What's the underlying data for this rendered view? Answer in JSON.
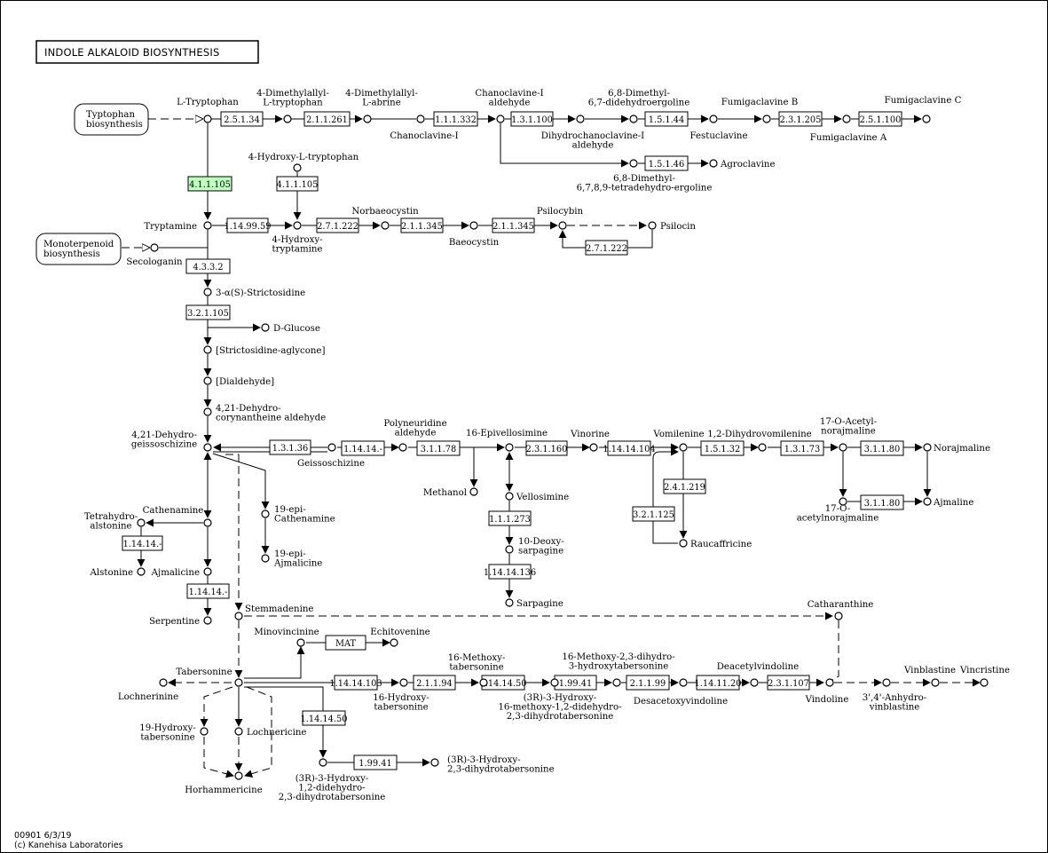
{
  "title": "INDOLE ALKALOID BIOSYNTHESIS",
  "footer": {
    "line1": "00901 6/3/19",
    "line2": "(c) Kanehisa Laboratories"
  },
  "maps": [
    {
      "id": "map_trp",
      "lines": [
        "Typtophan",
        "biosynthesis"
      ]
    },
    {
      "id": "map_mono",
      "lines": [
        "Monoterpenoid",
        "biosynthesis"
      ]
    }
  ],
  "enzymes": [
    {
      "id": "e1",
      "label": "2.5.1.34"
    },
    {
      "id": "e2",
      "label": "2.1.1.261"
    },
    {
      "id": "e3",
      "label": "1.1.1.332"
    },
    {
      "id": "e4",
      "label": "1.3.1.100"
    },
    {
      "id": "e5",
      "label": "1.5.1.44"
    },
    {
      "id": "e6",
      "label": "2.3.1.205"
    },
    {
      "id": "e7",
      "label": "2.5.1.100"
    },
    {
      "id": "e8",
      "label": "1.5.1.46"
    },
    {
      "id": "e9",
      "label": "4.1.1.105",
      "highlight": true
    },
    {
      "id": "e10",
      "label": "4.1.1.105"
    },
    {
      "id": "e11",
      "label": "1.14.99.59"
    },
    {
      "id": "e12",
      "label": "2.7.1.222"
    },
    {
      "id": "e13",
      "label": "2.1.1.345"
    },
    {
      "id": "e14",
      "label": "2.1.1.345"
    },
    {
      "id": "e15",
      "label": "2.7.1.222"
    },
    {
      "id": "e16",
      "label": "4.3.3.2"
    },
    {
      "id": "e17",
      "label": "3.2.1.105"
    },
    {
      "id": "e18",
      "label": "1.3.1.36"
    },
    {
      "id": "e19",
      "label": "1.14.14.-"
    },
    {
      "id": "e20",
      "label": "3.1.1.78"
    },
    {
      "id": "e21",
      "label": "2.3.1.160"
    },
    {
      "id": "e22",
      "label": "1.14.14.104"
    },
    {
      "id": "e23",
      "label": "1.5.1.32"
    },
    {
      "id": "e24",
      "label": "1.3.1.73"
    },
    {
      "id": "e25",
      "label": "3.1.1.80"
    },
    {
      "id": "e26",
      "label": "3.1.1.80"
    },
    {
      "id": "e27",
      "label": "2.4.1.219"
    },
    {
      "id": "e28",
      "label": "3.2.1.125"
    },
    {
      "id": "e29",
      "label": "1.1.1.273"
    },
    {
      "id": "e30",
      "label": "1.14.14.136"
    },
    {
      "id": "e31",
      "label": "1.14.14.-"
    },
    {
      "id": "e32",
      "label": "1.14.14.-"
    },
    {
      "id": "e33",
      "label": "MAT"
    },
    {
      "id": "e34",
      "label": "1.14.14.103"
    },
    {
      "id": "e35",
      "label": "2.1.1.94"
    },
    {
      "id": "e36",
      "label": "1.14.14.50"
    },
    {
      "id": "e37",
      "label": "1.99.41"
    },
    {
      "id": "e38",
      "label": "2.1.1.99"
    },
    {
      "id": "e39",
      "label": "1.14.11.20"
    },
    {
      "id": "e40",
      "label": "2.3.1.107"
    },
    {
      "id": "e41",
      "label": "1.14.14.50"
    },
    {
      "id": "e42",
      "label": "1.99.41"
    }
  ],
  "compounds": [
    {
      "id": "c_ltrp",
      "lines": [
        "L-Tryptophan"
      ]
    },
    {
      "id": "c_dmat",
      "lines": [
        "4-Dimethylallyl-",
        "L-tryptophan"
      ]
    },
    {
      "id": "c_dmaa",
      "lines": [
        "4-Dimethylallyl-",
        "L-abrine"
      ]
    },
    {
      "id": "c_chan1",
      "lines": [
        "Chanoclavine-I"
      ]
    },
    {
      "id": "c_chan1ald",
      "lines": [
        "Chanoclavine-I",
        "aldehyde"
      ]
    },
    {
      "id": "c_dhchan",
      "lines": [
        "Dihydrochanoclavine-I",
        "aldehyde"
      ]
    },
    {
      "id": "c_dddeo",
      "lines": [
        "6,8-Dimethyl-",
        "6,7-didehydroergoline"
      ]
    },
    {
      "id": "c_festu",
      "lines": [
        "Festuclavine"
      ]
    },
    {
      "id": "c_fumB",
      "lines": [
        "Fumigaclavine B"
      ]
    },
    {
      "id": "c_fumA",
      "lines": [
        "Fumigaclavine A"
      ]
    },
    {
      "id": "c_fumC",
      "lines": [
        "Fumigaclavine C"
      ]
    },
    {
      "id": "c_agro",
      "lines": [
        "Agroclavine"
      ]
    },
    {
      "id": "c_tetra",
      "lines": [
        "6,8-Dimethyl-",
        "6,7,8,9-tetradehydro-ergoline"
      ]
    },
    {
      "id": "c_4htrp",
      "lines": [
        "4-Hydroxy-L-tryptophan"
      ]
    },
    {
      "id": "c_trypt",
      "lines": [
        "Tryptamine"
      ]
    },
    {
      "id": "c_4htam",
      "lines": [
        "4-Hydroxy-",
        "tryptamine"
      ]
    },
    {
      "id": "c_norb",
      "lines": [
        "Norbaeocystin"
      ]
    },
    {
      "id": "c_baeo",
      "lines": [
        "Baeocystin"
      ]
    },
    {
      "id": "c_psilcy",
      "lines": [
        "Psilocybin"
      ]
    },
    {
      "id": "c_psilci",
      "lines": [
        "Psilocin"
      ]
    },
    {
      "id": "c_seco",
      "lines": [
        "Secologanin"
      ]
    },
    {
      "id": "c_stric",
      "lines": [
        "3-α(S)-Strictosidine"
      ]
    },
    {
      "id": "c_gluc",
      "lines": [
        "D-Glucose"
      ]
    },
    {
      "id": "c_sagly",
      "lines": [
        "[Strictosidine-aglycone]"
      ]
    },
    {
      "id": "c_dial",
      "lines": [
        "[Dialdehyde]"
      ]
    },
    {
      "id": "c_421dc",
      "lines": [
        "4,21-Dehydro-",
        "corynantheine aldehyde"
      ]
    },
    {
      "id": "c_421dg",
      "lines": [
        "4,21-Dehydro-",
        "geissoschizine"
      ]
    },
    {
      "id": "c_geiss",
      "lines": [
        "Geissoschizine"
      ]
    },
    {
      "id": "c_polyn",
      "lines": [
        "Polyneuridine",
        "aldehyde"
      ]
    },
    {
      "id": "c_16epi",
      "lines": [
        "16-Epivellosimine"
      ]
    },
    {
      "id": "c_vino",
      "lines": [
        "Vinorine"
      ]
    },
    {
      "id": "c_vomi",
      "lines": [
        "Vomilenine"
      ]
    },
    {
      "id": "c_12dhv",
      "lines": [
        "1,2-Dihydrovomilenine"
      ]
    },
    {
      "id": "c_17oac",
      "lines": [
        "17-O-Acetyl-",
        "norajmaline"
      ]
    },
    {
      "id": "c_noraj",
      "lines": [
        "Norajmaline"
      ]
    },
    {
      "id": "c_17oacn",
      "lines": [
        "17-O-",
        "acetylnorajmaline"
      ]
    },
    {
      "id": "c_ajmal",
      "lines": [
        "Ajmaline"
      ]
    },
    {
      "id": "c_meth",
      "lines": [
        "Methanol"
      ]
    },
    {
      "id": "c_vello",
      "lines": [
        "Vellosimine"
      ]
    },
    {
      "id": "c_10deo",
      "lines": [
        "10-Deoxy-",
        "sarpagine"
      ]
    },
    {
      "id": "c_sarp",
      "lines": [
        "Sarpagine"
      ]
    },
    {
      "id": "c_rauc",
      "lines": [
        "Raucaffricine"
      ]
    },
    {
      "id": "c_19epic",
      "lines": [
        "19-epi-",
        "Cathenamine"
      ]
    },
    {
      "id": "c_19epia",
      "lines": [
        "19-epi-",
        "Ajmalicine"
      ]
    },
    {
      "id": "c_cathen",
      "lines": [
        "Cathenamine"
      ]
    },
    {
      "id": "c_tetrah",
      "lines": [
        "Tetrahydro-",
        "alstonine"
      ]
    },
    {
      "id": "c_alst",
      "lines": [
        "Alstonine"
      ]
    },
    {
      "id": "c_ajmali",
      "lines": [
        "Ajmalicine"
      ]
    },
    {
      "id": "c_serp",
      "lines": [
        "Serpentine"
      ]
    },
    {
      "id": "c_stemm",
      "lines": [
        "Stemmadenine"
      ]
    },
    {
      "id": "c_catha",
      "lines": [
        "Catharanthine"
      ]
    },
    {
      "id": "c_minov",
      "lines": [
        "Minovincinine"
      ]
    },
    {
      "id": "c_echit",
      "lines": [
        "Echitovenine"
      ]
    },
    {
      "id": "c_taber",
      "lines": [
        "Tabersonine"
      ]
    },
    {
      "id": "c_lochne",
      "lines": [
        "Lochnerinine"
      ]
    },
    {
      "id": "c_19hyd",
      "lines": [
        "19-Hydroxy-",
        "tabersonine"
      ]
    },
    {
      "id": "c_lochme",
      "lines": [
        "Lochnericine"
      ]
    },
    {
      "id": "c_horha",
      "lines": [
        "Horhammericine"
      ]
    },
    {
      "id": "c_16htab",
      "lines": [
        "16-Hydroxy-",
        "tabersonine"
      ]
    },
    {
      "id": "c_16mtab",
      "lines": [
        "16-Methoxy-",
        "tabersonine"
      ]
    },
    {
      "id": "c_3r3h16",
      "lines": [
        "(3R)-3-Hydroxy-",
        "16-methoxy-1,2-didehydro-",
        "2,3-dihydrotabersonine"
      ]
    },
    {
      "id": "c_16m23",
      "lines": [
        "16-Methoxy-2,3-dihydro-",
        "3-hydroxytabersonine"
      ]
    },
    {
      "id": "c_deacv",
      "lines": [
        "Desacetoxyvindoline"
      ]
    },
    {
      "id": "c_deacetv",
      "lines": [
        "Deacetylvindoline"
      ]
    },
    {
      "id": "c_vindo",
      "lines": [
        "Vindoline"
      ]
    },
    {
      "id": "c_34anh",
      "lines": [
        "3',4'-Anhydro-",
        "vinblastine"
      ]
    },
    {
      "id": "c_vinbl",
      "lines": [
        "Vinblastine"
      ]
    },
    {
      "id": "c_vincr",
      "lines": [
        "Vincristine"
      ]
    },
    {
      "id": "c_3r3h12",
      "lines": [
        "(3R)-3-Hydroxy-",
        "1,2-didehydro-",
        "2,3-dihydrotabersonine"
      ]
    },
    {
      "id": "c_3r3h23",
      "lines": [
        "(3R)-3-Hydroxy-",
        "2,3-dihydrotabersonine"
      ]
    }
  ]
}
